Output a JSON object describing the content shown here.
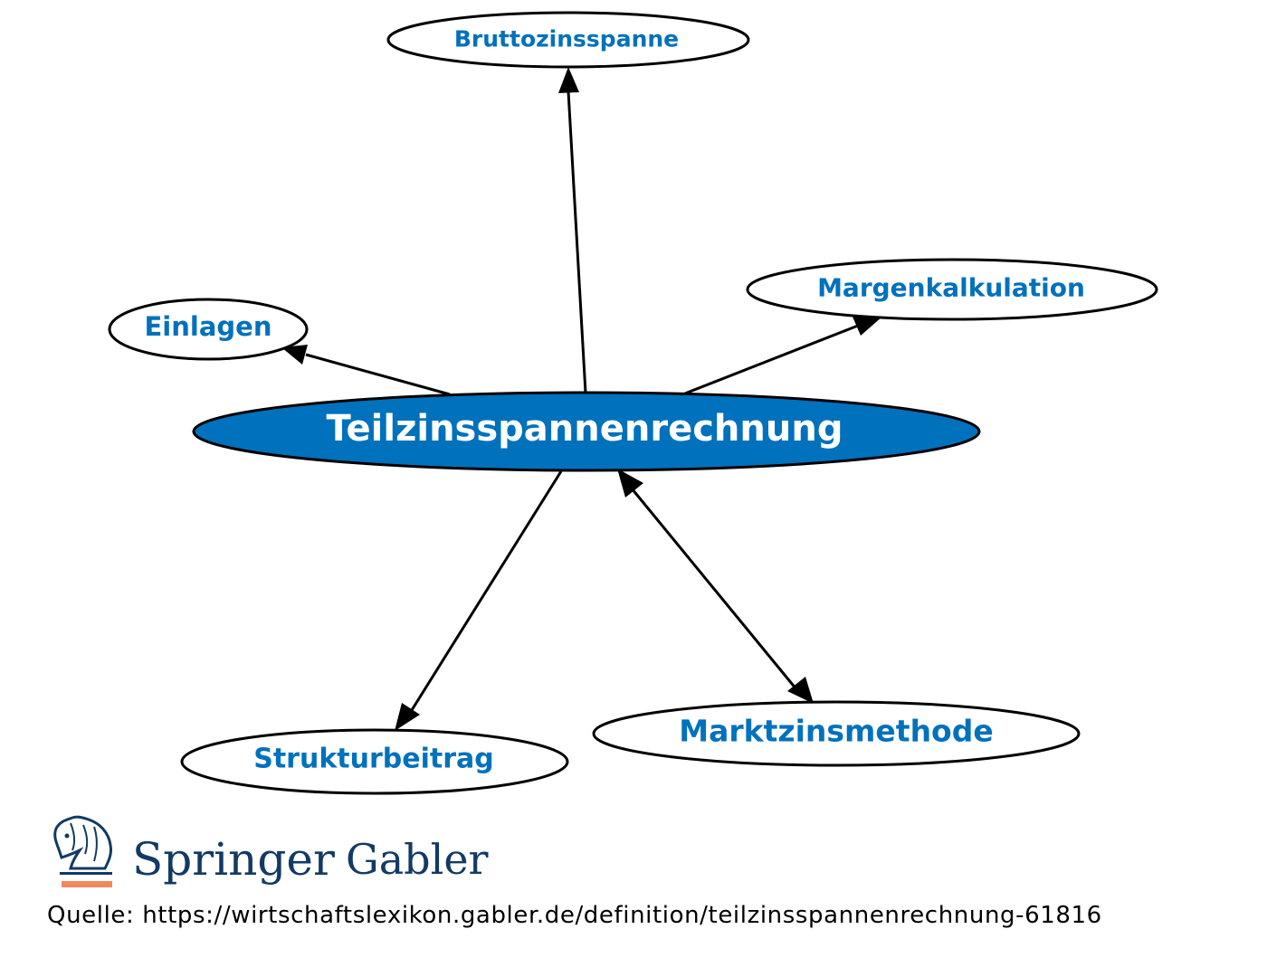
{
  "diagram": {
    "center": {
      "label": "Teilzinsspannenrechnung"
    },
    "nodes": {
      "bruttozinsspanne": {
        "label": "Bruttozinsspanne"
      },
      "margenkalkulation": {
        "label": "Margenkalkulation"
      },
      "einlagen": {
        "label": "Einlagen"
      },
      "strukturbeitrag": {
        "label": "Strukturbeitrag"
      },
      "marktzinsmethode": {
        "label": "Marktzinsmethode"
      }
    },
    "edges": [
      {
        "from": "Teilzinsspannenrechnung",
        "to": "Bruttozinsspanne",
        "direction": "forward"
      },
      {
        "from": "Teilzinsspannenrechnung",
        "to": "Margenkalkulation",
        "direction": "forward"
      },
      {
        "from": "Teilzinsspannenrechnung",
        "to": "Einlagen",
        "direction": "forward"
      },
      {
        "from": "Teilzinsspannenrechnung",
        "to": "Strukturbeitrag",
        "direction": "forward"
      },
      {
        "from": "Teilzinsspannenrechnung",
        "to": "Marktzinsmethode",
        "direction": "both"
      }
    ]
  },
  "colors": {
    "accent": "#0071bc",
    "center_text": "#ffffff",
    "node_fill": "#ffffff",
    "stroke": "#000000",
    "logo_navy": "#123a64",
    "logo_orange": "#f08a5d"
  },
  "logo": {
    "brand": "Springer",
    "imprint": "Gabler",
    "icon": "knight-chess-icon"
  },
  "source": {
    "text": "Quelle: https://wirtschaftslexikon.gabler.de/definition/teilzinsspannenrechnung-61816"
  }
}
